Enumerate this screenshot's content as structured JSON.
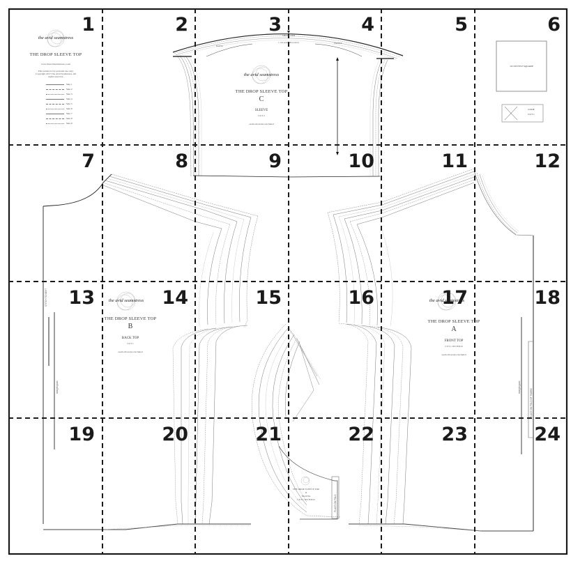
{
  "document": {
    "type": "PDF sewing pattern tiling layout",
    "grid": {
      "columns": 6,
      "rows": 4,
      "page_count": 24
    },
    "pages": [
      "1",
      "2",
      "3",
      "4",
      "5",
      "6",
      "7",
      "8",
      "9",
      "10",
      "11",
      "12",
      "13",
      "14",
      "15",
      "16",
      "17",
      "18",
      "19",
      "20",
      "21",
      "22",
      "23",
      "24"
    ]
  },
  "cover": {
    "brand": "the avid seamstress",
    "title": "THE DROP SLEEVE TOP",
    "website": "www.theavidseamstress.co.uk",
    "copyright": "This pattern is for personal use only. Copyright 2017 The Avid Seamstress. All rights reserved.",
    "legend": [
      {
        "label": "Size 1",
        "style": "solid"
      },
      {
        "label": "Size 2",
        "style": "dashed"
      },
      {
        "label": "Size 3",
        "style": "dotted"
      },
      {
        "label": "Size 4",
        "style": "solid"
      },
      {
        "label": "Size 5",
        "style": "dashed"
      },
      {
        "label": "Size 6",
        "style": "dotted"
      },
      {
        "label": "Size 7",
        "style": "solid"
      },
      {
        "label": "Size 8",
        "style": "dashed"
      },
      {
        "label": "Size 9",
        "style": "dotted"
      }
    ]
  },
  "test_square": {
    "label": "10 CM TEST SQUARE"
  },
  "loop_piece": {
    "label": "LOOP",
    "cut": "CUT 1"
  },
  "pieces": {
    "sleeve": {
      "brand": "the avid seamstress",
      "title": "THE DROP SLEEVE TOP",
      "letter": "C",
      "name": "SLEEVE",
      "cut": "CUT 2",
      "seam_note": "seam allowance included",
      "crown_label": "SHOULDER",
      "crown_note": "1 cm seam allowance",
      "back_label": "BACK",
      "front_label": "FRONT",
      "grain_label": "straight grain"
    },
    "back_top": {
      "brand": "the avid seamstress",
      "title": "THE DROP SLEEVE TOP",
      "letter": "B",
      "name": "BACK TOP",
      "cut": "CUT 1",
      "seam_note": "seam allowance included",
      "fold_label": "STITCH TO NEXT",
      "grain_label": "straight grain",
      "loop_note": "LOOP"
    },
    "front_top": {
      "brand": "the avid seamstress",
      "title": "THE DROP SLEEVE TOP",
      "letter": "A",
      "name": "FRONT TOP",
      "cut": "CUT 1 ON FOLD",
      "seam_note": "seam allowance included",
      "fold_label": "PLACE ON FOLD OF FABRIC",
      "grain_label": "straight grain"
    },
    "facing": {
      "title": "THE DROP SLEEVE TOP",
      "letter": "D",
      "name": "FACING",
      "cut": "CUT 1 ON FOLD",
      "fold_label": "PLACE ON FOLD"
    }
  },
  "colors": {
    "border": "#1a1a1a",
    "grid": "#1a1a1a",
    "pattern_line": "#555555",
    "pattern_light": "#888888",
    "page_number": "#1a1a1a"
  }
}
